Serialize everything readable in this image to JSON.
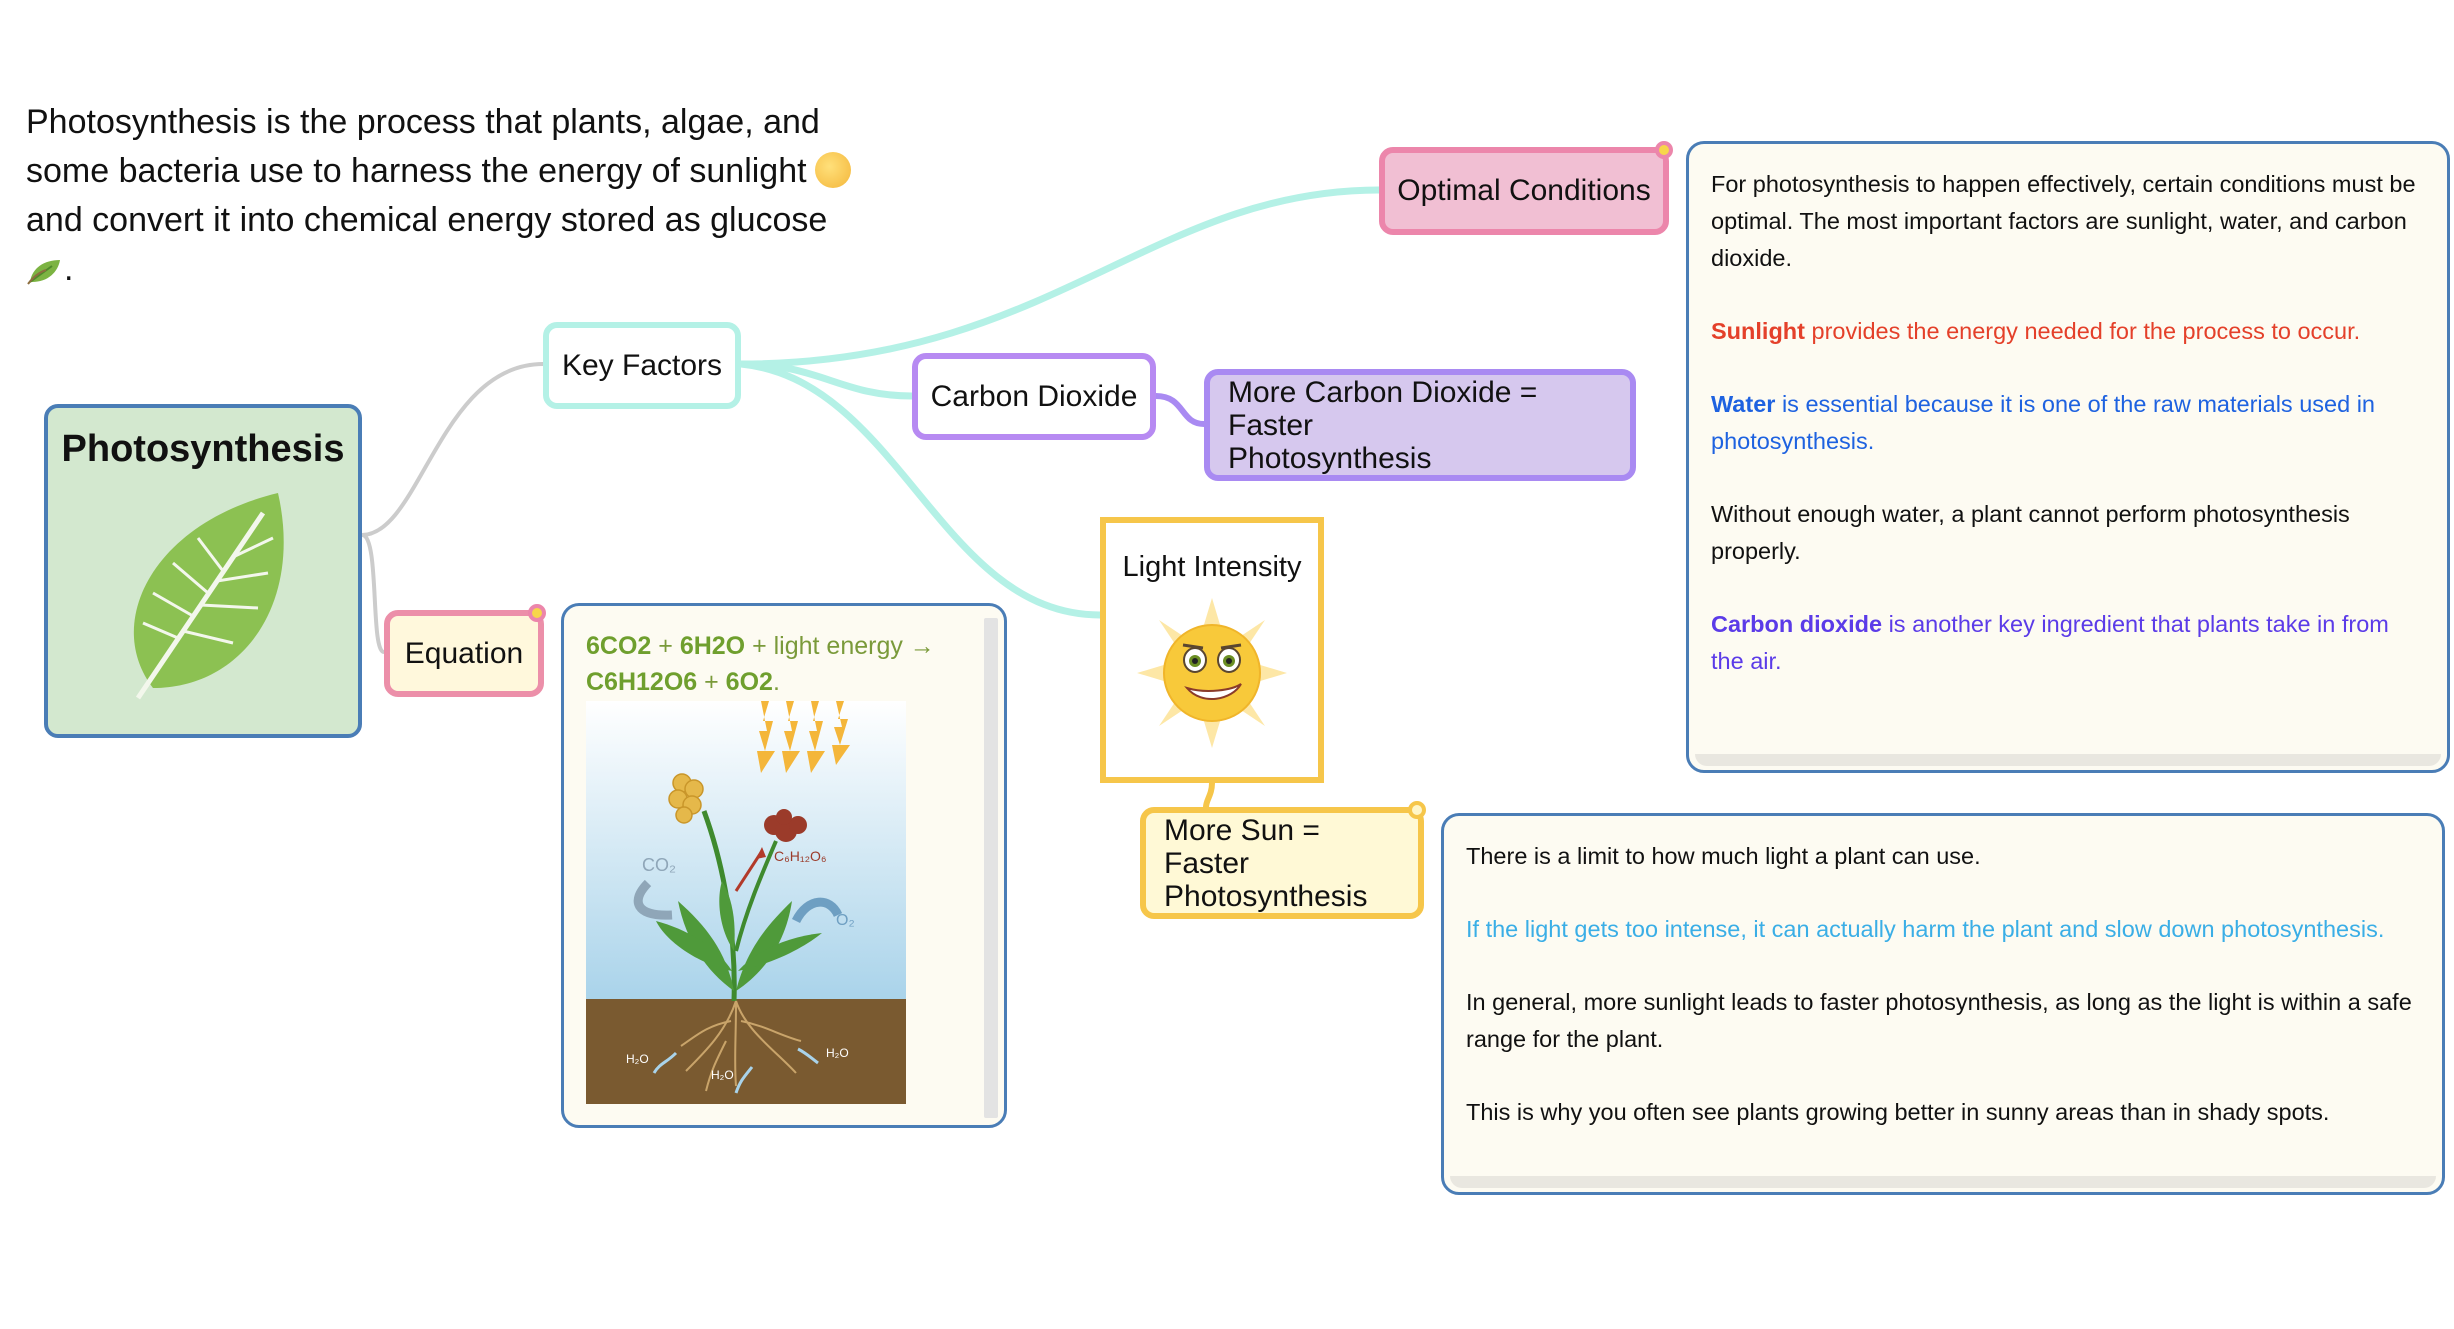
{
  "intro": {
    "line1": "Photosynthesis is the process that plants, algae, and",
    "line2": "some bacteria use to harness the energy of sunlight",
    "line3": "and convert it into chemical energy stored as glucose",
    "line4_end": "."
  },
  "nodes": {
    "root": "Photosynthesis",
    "key_factors": "Key Factors",
    "equation": "Equation",
    "carbon_dioxide": "Carbon Dioxide",
    "more_co2_line1": "More Carbon Dioxide = Faster",
    "more_co2_line2": "Photosynthesis",
    "optimal_conditions": "Optimal Conditions",
    "light_intensity": "Light Intensity",
    "more_sun_line1": "More Sun = Faster",
    "more_sun_line2": "Photosynthesis"
  },
  "equation_note": {
    "reactants_a": "6CO2",
    "plus1": " + ",
    "reactants_b": "6H2O",
    "energy": " + light energy →",
    "product_a": "C6H12O6",
    "plus2": " + ",
    "product_b": "6O2",
    "end": ".",
    "illus_labels": {
      "co2": "CO₂",
      "glucose": "C₆H₁₂O₆",
      "o2": "O₂",
      "h2o": "H₂O"
    }
  },
  "conditions_note": {
    "intro": "For photosynthesis to happen effectively, certain conditions must be optimal. The most important factors are sunlight, water, and carbon dioxide.",
    "sunlight_bold": "Sunlight",
    "sunlight_rest": " provides the energy needed for the process to occur.",
    "water_bold": "Water",
    "water_rest": " is essential because it is one of the raw materials used in photosynthesis.",
    "without_water": "Without enough water, a plant cannot perform photosynthesis properly.",
    "co2_bold": "Carbon dioxide",
    "co2_rest": " is another key ingredient that plants take in from the air."
  },
  "light_note": {
    "p1": "There is a limit to how much light a plant can use.",
    "p2": "If the light gets too intense, it can actually harm the plant and slow down photosynthesis.",
    "p3": "In general, more sunlight leads to faster photosynthesis, as long as the light is within a safe range for the plant.",
    "p4": "This is why you often see plants growing better in sunny areas than in shady spots."
  },
  "colors": {
    "root_fill": "#d3e8cf",
    "root_border": "#4a7db6",
    "teal_branch": "#b4f1e6",
    "pink_branch": "#ec86ab",
    "purple_branch": "#a98af2",
    "yellow_branch": "#f6c64a",
    "gray_link": "#cccccc"
  },
  "icons": {
    "root": "leaf-icon",
    "light": "sun-face-icon",
    "intro_emoji_1": "sun-emoji-icon",
    "intro_emoji_2": "leaf-emoji-icon"
  }
}
